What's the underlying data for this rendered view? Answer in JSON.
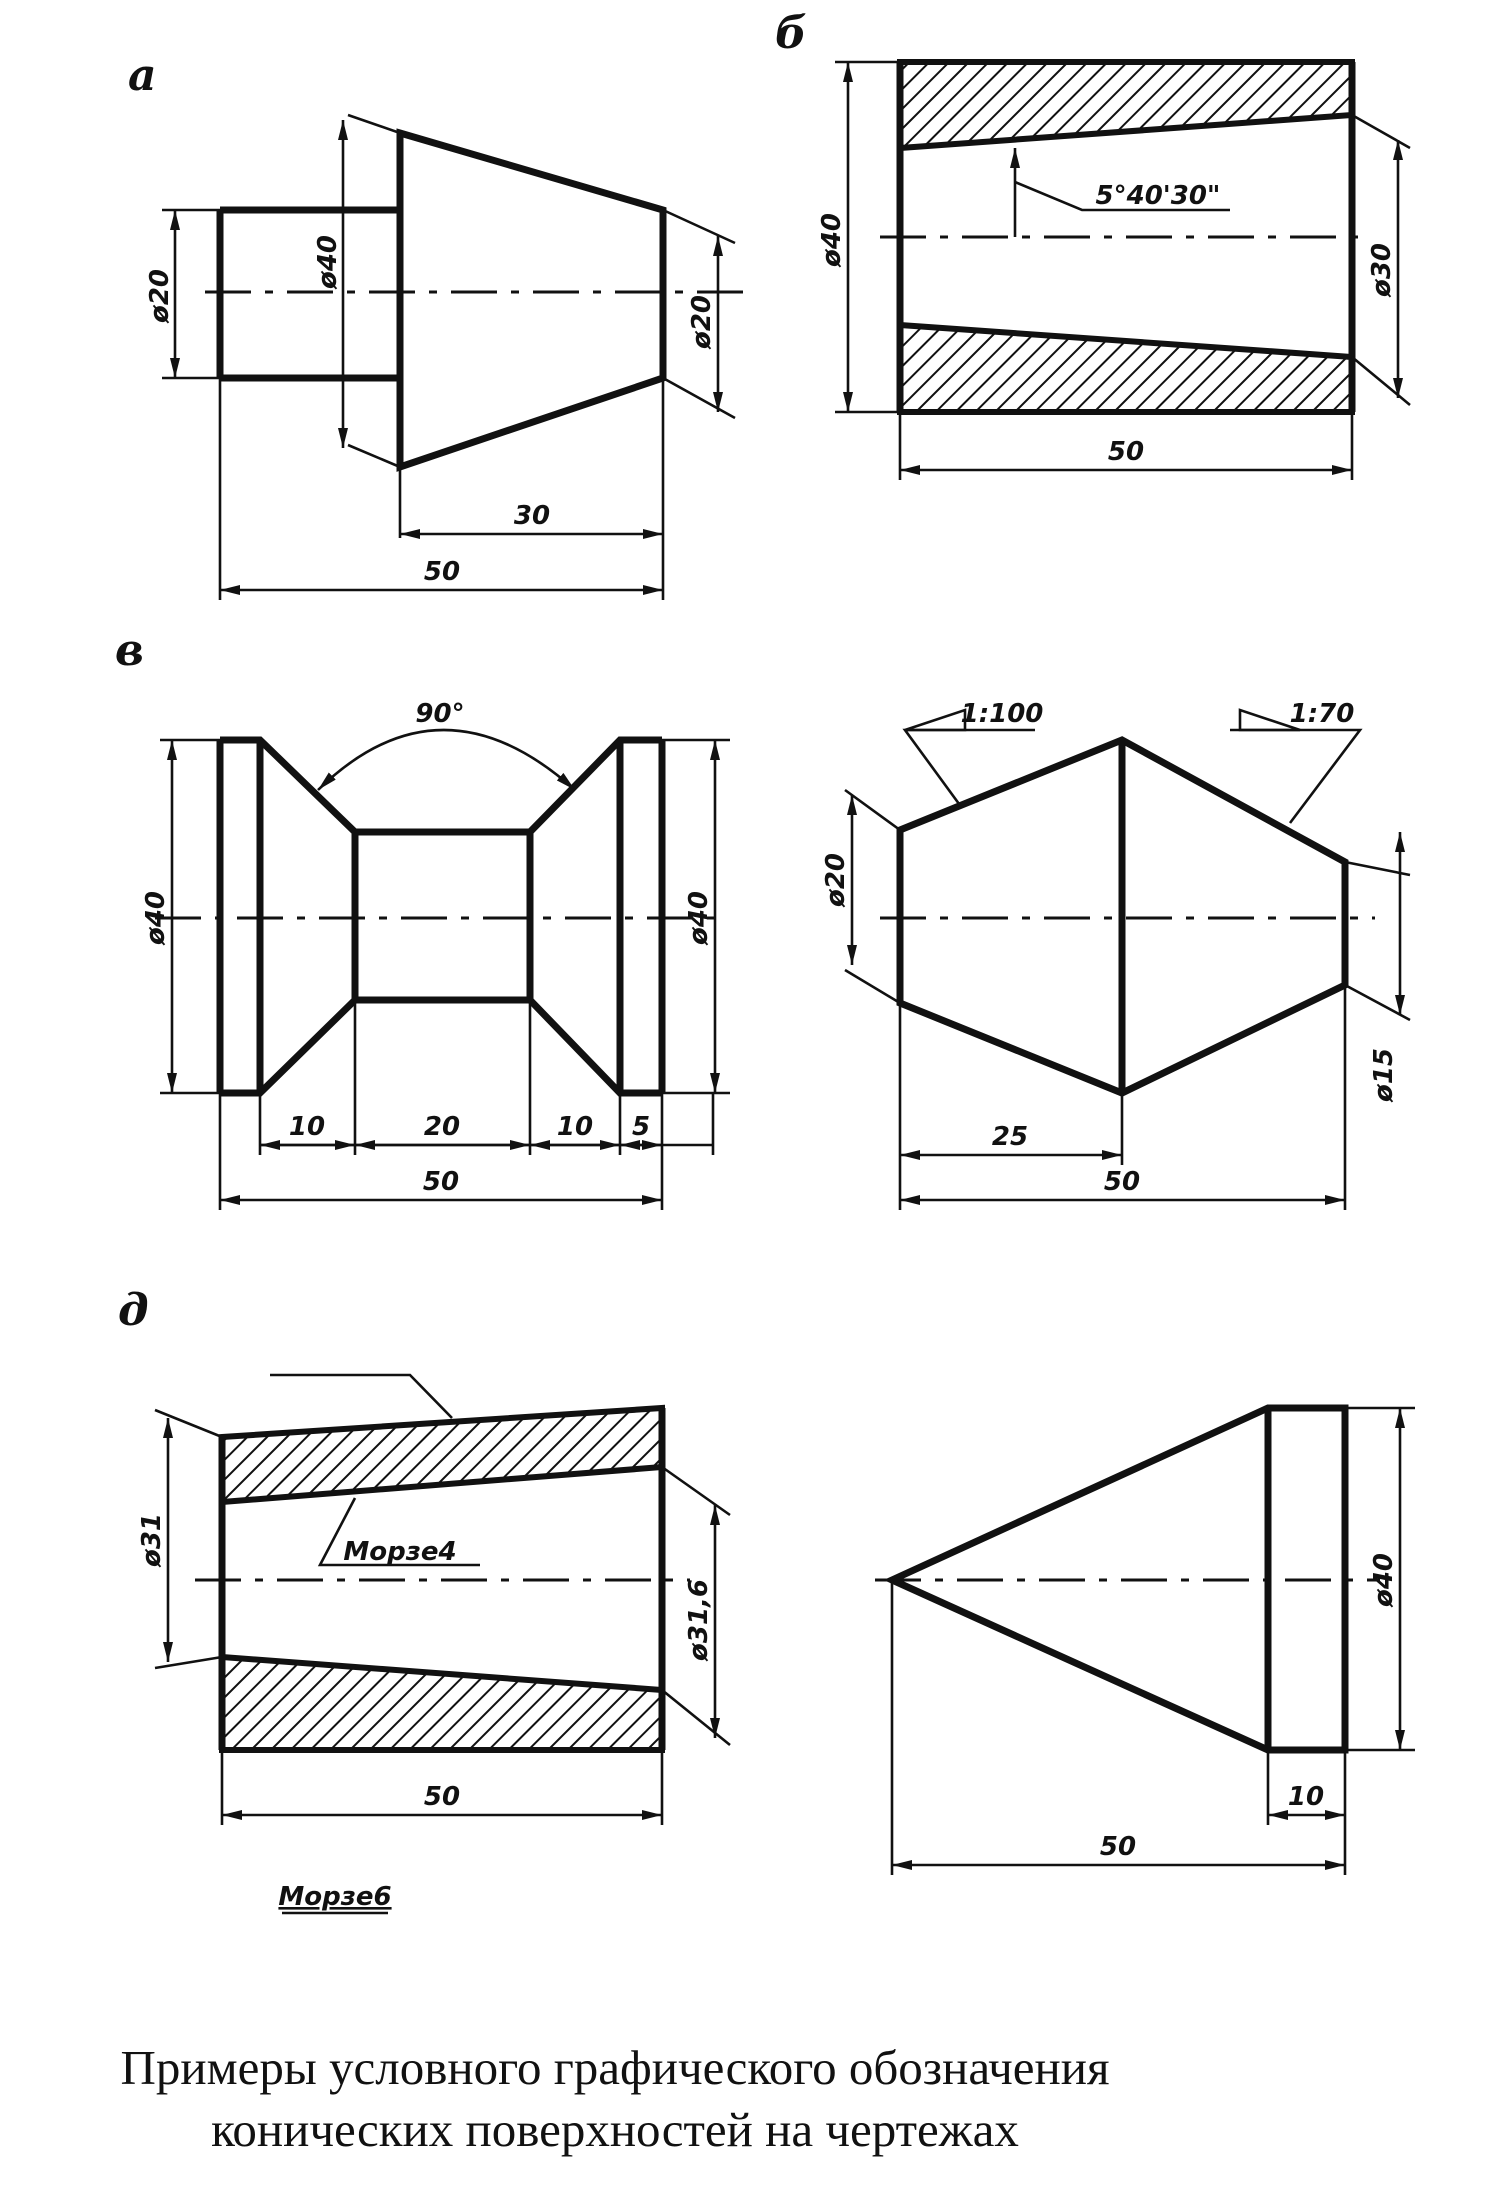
{
  "caption": {
    "line1": "Примеры условного графического обозначения",
    "line2": "конических поверхностей на чертежах"
  },
  "fig_a": {
    "letter": "а",
    "dia_left": "ø20",
    "dia_mid": "ø40",
    "dia_right": "ø20",
    "len_cone": "30",
    "len_total": "50"
  },
  "fig_b": {
    "letter": "б",
    "angle": "5°40'30\"",
    "dia_left": "ø40",
    "dia_right": "ø30",
    "len_total": "50"
  },
  "fig_v": {
    "letter": "в",
    "angle": "90°",
    "dia_left": "ø40",
    "dia_right": "ø40",
    "seg1": "10",
    "seg2": "20",
    "seg3": "10",
    "seg4": "5",
    "len_total": "50"
  },
  "fig_v2": {
    "taper_left": "1:100",
    "taper_right": "1:70",
    "dia_left": "ø20",
    "dia_right": "ø15",
    "len_half": "25",
    "len_total": "50"
  },
  "fig_d": {
    "letter": "д",
    "taper_label": "Морзе4",
    "dia_left": "ø31",
    "dia_right": "ø31,6",
    "len_total": "50",
    "note": "Морзе6"
  },
  "fig_d2": {
    "dia_right": "ø40",
    "len_short": "10",
    "len_total": "50"
  }
}
